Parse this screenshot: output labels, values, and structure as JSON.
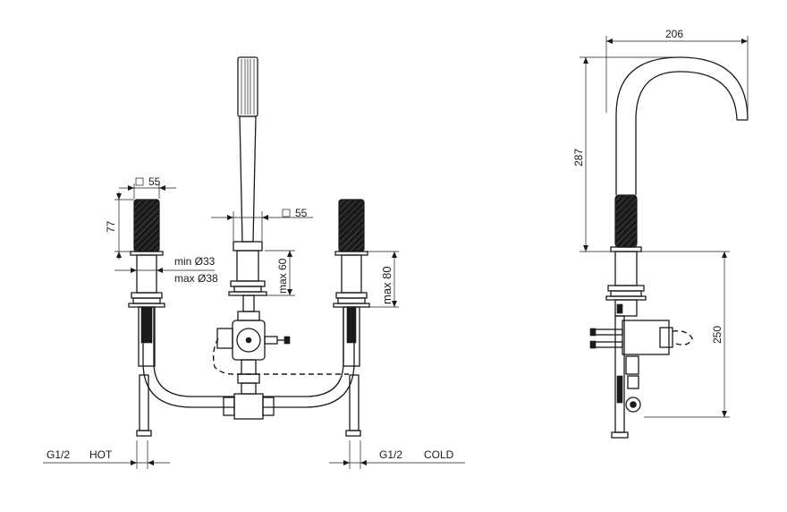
{
  "front_view": {
    "dims": {
      "square_left": "55",
      "height_left": "77",
      "square_center": "55",
      "min_diameter": "min Ø33",
      "max_diameter": "max Ø38",
      "max_center": "max 60",
      "max_right": "max 80"
    },
    "connections": {
      "hot_size": "G1/2",
      "hot_label": "HOT",
      "cold_size": "G1/2",
      "cold_label": "COLD"
    }
  },
  "side_view": {
    "dims": {
      "width": "206",
      "height_top": "287",
      "height_bottom": "250"
    }
  }
}
